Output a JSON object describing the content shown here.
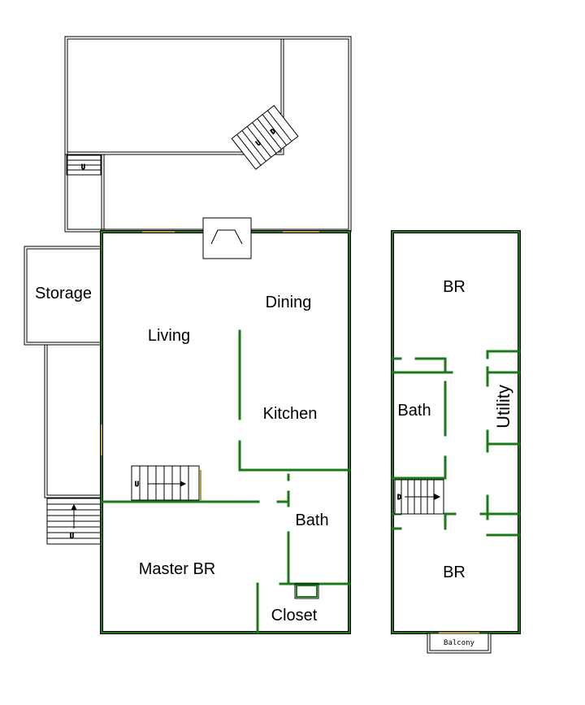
{
  "plan": {
    "rooms": {
      "storage": "Storage",
      "living": "Living",
      "dining": "Dining",
      "kitchen": "Kitchen",
      "bath_main": "Bath",
      "master": "Master BR",
      "closet": "Closet",
      "br_top": "BR",
      "bath_upper": "Bath",
      "utility": "Utility",
      "br_bottom": "BR",
      "balcony": "Balcony"
    },
    "stair_marks": {
      "up": "U",
      "down": "D"
    },
    "colors": {
      "wall": "#1a7a1a",
      "outline": "#000000",
      "door_opening": "#b8a040"
    }
  }
}
